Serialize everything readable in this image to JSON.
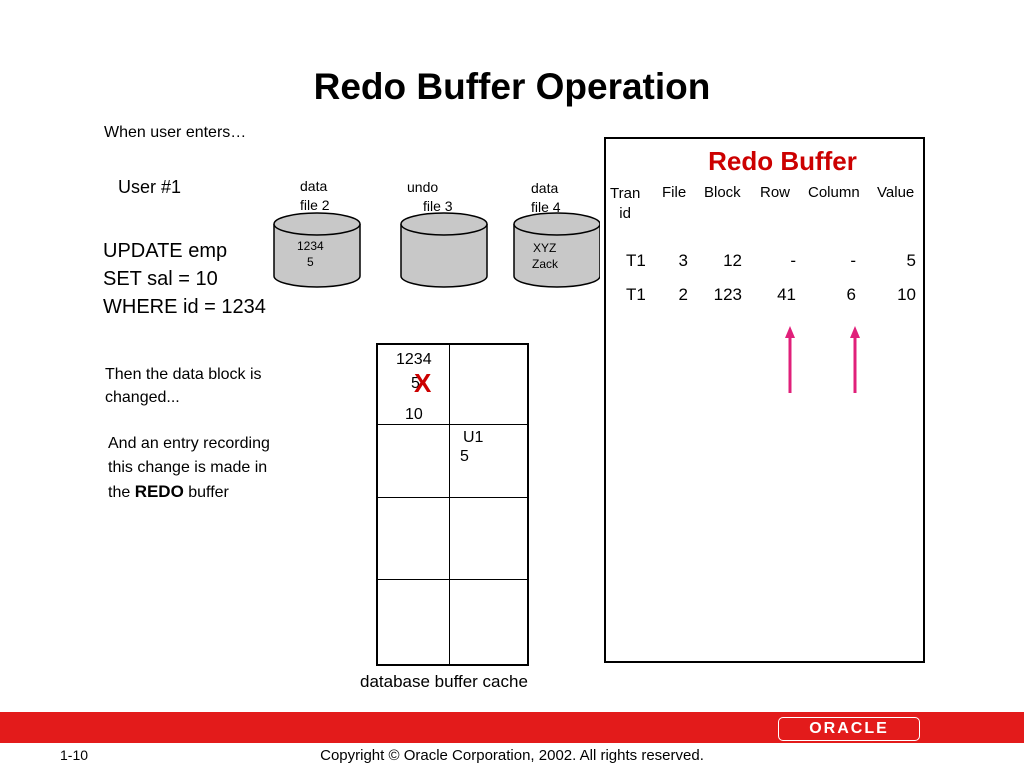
{
  "title": "Redo Buffer Operation",
  "intro": "When user enters…",
  "user_label": "User #1",
  "sql": [
    "UPDATE emp",
    "SET sal = 10",
    "WHERE id = 1234"
  ],
  "files": {
    "datafile2": {
      "label1": "data",
      "label2": "file 2",
      "content1": "1234",
      "content2": "5"
    },
    "undo": {
      "label1": "undo",
      "label2": "file 3"
    },
    "datafile4": {
      "label1": "data",
      "label2": "file 4",
      "content1": "XYZ",
      "content2": "Zack"
    }
  },
  "steps": {
    "changed1": "Then  the data block is",
    "changed2": "changed...",
    "entry1": "And an entry recording",
    "entry2": "this change is made in",
    "entry3a": "the ",
    "entry3b": "REDO",
    "entry3c": " buffer"
  },
  "cache": {
    "cell1_a": "1234",
    "cell1_b": "5",
    "cell1_mark": "X",
    "cell1_c": "10",
    "cell2_a": "U1",
    "cell2_b": "5",
    "caption": "database buffer cache"
  },
  "redo": {
    "title": "Redo Buffer",
    "headers": {
      "tran1": "Tran",
      "tran2": "id",
      "file": "File",
      "block": "Block",
      "row": "Row",
      "column": "Column",
      "value": "Value"
    },
    "rows": [
      {
        "tran": "T1",
        "file": "3",
        "block": "12",
        "row": "-",
        "column": "-",
        "value": "5"
      },
      {
        "tran": "T1",
        "file": "2",
        "block": "123",
        "row": "41",
        "column": "6",
        "value": "10"
      }
    ],
    "arrow_color": "#e0207a"
  },
  "footer": {
    "page": "1-10",
    "copyright": "Copyright © Oracle Corporation, 2002. All rights reserved.",
    "logo": "ORACLE",
    "bar_color": "#e31b1b"
  }
}
